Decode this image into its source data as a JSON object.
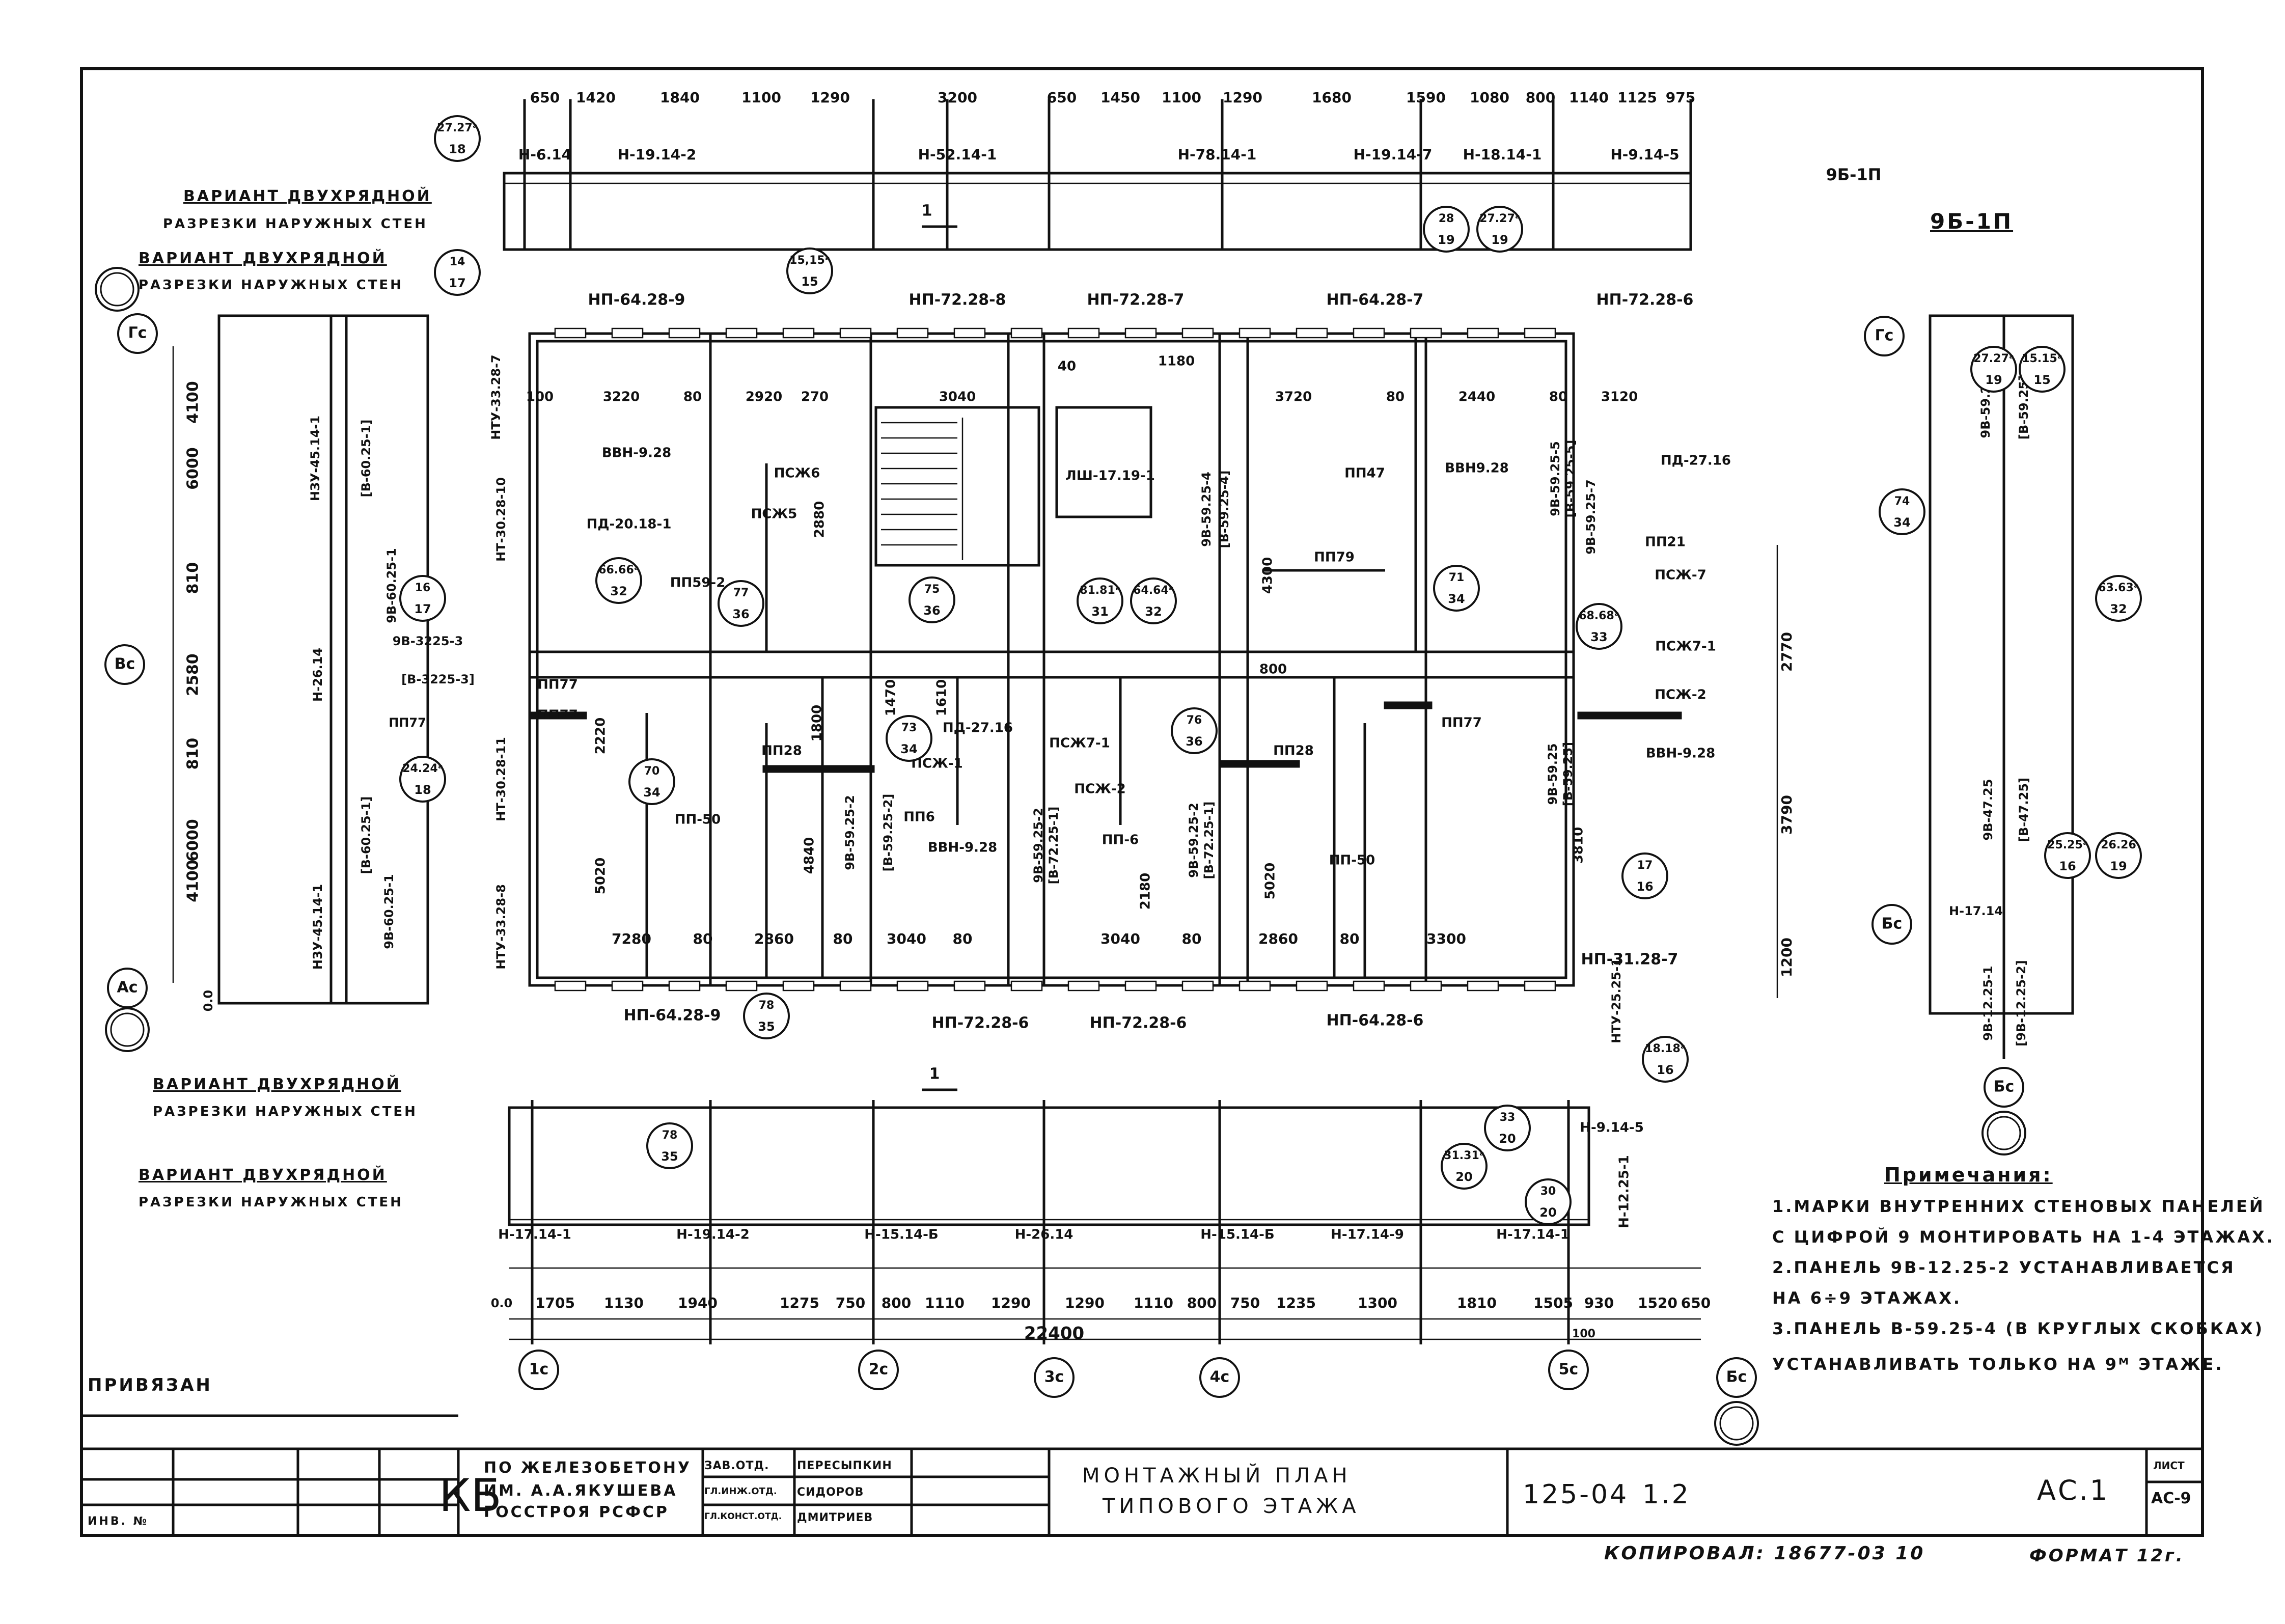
{
  "variant_label": {
    "line1": "ВАРИАНТ ДВУХРЯДНОЙ",
    "line2": "РАЗРЕЗКИ НАРУЖНЫХ СТЕН"
  },
  "axes": {
    "rows": [
      "Гс",
      "Вс",
      "Ас"
    ],
    "cols": [
      "1с",
      "2с",
      "3с",
      "4с",
      "5с",
      "Бс"
    ],
    "section_rows": [
      "Гс",
      "Бс",
      "Бс"
    ]
  },
  "top_dims": [
    "650",
    "1420",
    "1840",
    "1100",
    "1290",
    "3200",
    "650",
    "1450",
    "1100",
    "1290",
    "1680",
    "1590",
    "1080",
    "800",
    "1140",
    "1125",
    "975"
  ],
  "bottom_dims": [
    "1705",
    "1130",
    "1940",
    "1275",
    "750",
    "800",
    "1110",
    "1290",
    "1290",
    "1110",
    "800",
    "750",
    "1235",
    "1300",
    "1810",
    "1505",
    "930",
    "1520",
    "650"
  ],
  "bottom_total": "22400",
  "bottom_100": "100",
  "left_dims": [
    "6000",
    "4100",
    "810",
    "2580",
    "810",
    "6000",
    "4100"
  ],
  "right_dims": [
    "2770",
    "3790",
    "1200"
  ],
  "upper_panels": [
    "Н-6.14",
    "Н-19.14-2",
    "Н-52.14-1",
    "Н-78.14-1",
    "Н-19.14-7",
    "Н-18.14-1",
    "Н-9.14-5"
  ],
  "lower_panels": [
    "Н-17.14-1",
    "Н-19.14-2",
    "Н-15.14-Б",
    "Н-26.14",
    "Н-15.14-Б",
    "Н-17.14-9",
    "Н-17.14-1",
    "Н-9.14-5",
    "Н-12.25-1"
  ],
  "top_wall_panels": [
    "НП-64.28-9",
    "НП-72.28-8",
    "НП-72.28-7",
    "НП-64.28-7",
    "НП-72.28-6"
  ],
  "bottom_wall_panels": [
    "НП-64.28-9",
    "НП-72.28-6",
    "НП-72.28-6",
    "НП-64.28-6",
    "НП-31.28-7"
  ],
  "room_dims_top": [
    "100",
    "3220",
    "80",
    "2920",
    "270",
    "3040",
    "3720",
    "80",
    "2440",
    "80",
    "3120",
    "40",
    "1180"
  ],
  "room_dims_bottom": [
    "7280",
    "80",
    "2860",
    "80",
    "3040",
    "80",
    "3040",
    "80",
    "2860",
    "80",
    "3300"
  ],
  "interior_labels": [
    "ВВН-9.28",
    "ПД-20.18-1",
    "ПП59-2",
    "ПСЖ6",
    "ПСЖ5",
    "ЛШ-17.19-1",
    "ПП47",
    "ВВН9.28",
    "ПП79",
    "ПД-27.16",
    "ПП21",
    "ПСЖ-7",
    "ПСЖ7-1",
    "ПСЖ-2",
    "ВВН-9.28",
    "ПП77",
    "ПП28",
    "ПД-27.16",
    "ПСЖ7-1",
    "ПСЖ-2",
    "ПСЖ-1",
    "ПП6",
    "ВВН-9.28",
    "ПП-6",
    "ПП-50",
    "ПП-50",
    "ПП28",
    "ПП77",
    "ПП77",
    "2880",
    "5020",
    "4840",
    "5020",
    "4300",
    "1800",
    "1610",
    "1470",
    "800",
    "2180",
    "2220",
    "3810"
  ],
  "vertical_labels": [
    "НТУ-33.28-7",
    "НТ-30.28-10",
    "НТ-30.28-11",
    "НТУ-33.28-8",
    "9В-59.25-2",
    "[В-59.25-2]",
    "9В-59.25-2",
    "[В-72.25-1]",
    "9В-59.25-2",
    "[В-72.25-1]",
    "9В-59.25",
    "[В-59.25]",
    "9В-59.25-4",
    "[В-59.25-4]",
    "9В-59.25-5",
    "[В-59.25-5]",
    "НТУ-25.25-1",
    "9В-59.25-7"
  ],
  "bubbles": [
    {
      "top": "27.27ᵃ",
      "bot": "18"
    },
    {
      "top": "14",
      "bot": "17"
    },
    {
      "top": "28",
      "bot": "19"
    },
    {
      "top": "27.27ᵃ",
      "bot": "19"
    },
    {
      "top": "16",
      "bot": "17"
    },
    {
      "top": "24.24ᵃ",
      "bot": "18"
    },
    {
      "top": "77",
      "bot": "36"
    },
    {
      "top": "15,15ᵃ",
      "bot": "15"
    },
    {
      "top": "66.66ᵃ",
      "bot": "32"
    },
    {
      "top": "70",
      "bot": "34"
    },
    {
      "top": "73",
      "bot": "34"
    },
    {
      "top": "75",
      "bot": "36"
    },
    {
      "top": "81.81ᵃ",
      "bot": "31"
    },
    {
      "top": "64.64ᵃ",
      "bot": "32"
    },
    {
      "top": "76",
      "bot": "36"
    },
    {
      "top": "71",
      "bot": "34"
    },
    {
      "top": "68.68ᵃ",
      "bot": "33"
    },
    {
      "top": "17",
      "bot": "16"
    },
    {
      "top": "78",
      "bot": "35"
    },
    {
      "top": "18.18ᵃ",
      "bot": "16"
    },
    {
      "top": "78",
      "bot": "35"
    },
    {
      "top": "33",
      "bot": "20"
    },
    {
      "top": "31.31ᵃ",
      "bot": "20"
    },
    {
      "top": "30",
      "bot": "20"
    },
    {
      "top": "27.27ᵃ",
      "bot": "19"
    },
    {
      "top": "15.15ᵃ",
      "bot": "15"
    },
    {
      "top": "74",
      "bot": "34"
    },
    {
      "top": "63.63ᵃ",
      "bot": "32"
    },
    {
      "top": "25.25ᵃ",
      "bot": "16"
    },
    {
      "top": "26.26",
      "bot": "19"
    }
  ],
  "left_section": {
    "panels": [
      "НЗУ-45.14-1",
      "[В-60.25-1]",
      "9В-60.25-1",
      "9В-3225-3",
      "[В-3225-3]",
      "Н-26.14",
      "ПП77",
      "[В-60.25-1]",
      "9В-60.25-1",
      "НЗУ-45.14-1"
    ]
  },
  "right_section": {
    "title": "9Б-1П",
    "panels": [
      "9В-59.25",
      "[В-59.25]",
      "9В-47.25",
      "[В-47.25]",
      "Н-17.14",
      "9В-12.25-1",
      "[9В-12.25-2]"
    ]
  },
  "misc_labels": {
    "label_9b": "9Б-1П",
    "cut_mark": "1",
    "level_mark_bottom": "0.0",
    "level_mark_left": "0.0"
  },
  "notes": {
    "title": "Примечания:",
    "items": [
      "1.МАРКИ ВНУТРЕННИХ СТЕНОВЫХ ПАНЕЛЕЙ",
      "С ЦИФРОЙ 9 МОНТИРОВАТЬ НА 1-4 ЭТАЖАХ.",
      "2.ПАНЕЛЬ 9В-12.25-2 УСТАНАВЛИВАЕТСЯ",
      "НА 6÷9 ЭТАЖАХ.",
      "3.ПАНЕЛЬ В-59.25-4 (В КРУГЛЫХ СКОБКАХ)",
      "УСТАНАВЛИВАТЬ ТОЛЬКО НА 9ᴹ ЭТАЖЕ."
    ]
  },
  "title_block": {
    "privyazan": "ПРИВЯЗАН",
    "inv_no": "ИНВ. №",
    "kb_letters": "КБ",
    "org_lines": [
      "ПО ЖЕЛЕЗОБЕТОНУ",
      "ИМ. А.А.ЯКУШЕВА",
      "ГОССТРОЯ РСФСР"
    ],
    "roles": [
      "ЗАВ.ОТД.",
      "ГЛ.ИНЖ.ОТД.",
      "ГЛ.КОНСТ.ОТД."
    ],
    "names": [
      "ПЕРЕСЫПКИН",
      "СИДОРОВ",
      "ДМИТРИЕВ"
    ],
    "drawing_title": [
      "МОНТАЖНЫЙ ПЛАН",
      "ТИПОВОГО ЭТАЖА"
    ],
    "code": "125-04",
    "sheet_part": "1.2",
    "sheet_name": "АС.1",
    "list_label": "ЛИСТ",
    "list_value": "АС-9",
    "copied_line": "КОПИРОВАЛ: 18677-03 10",
    "format": "ФОРМАТ 12г."
  }
}
